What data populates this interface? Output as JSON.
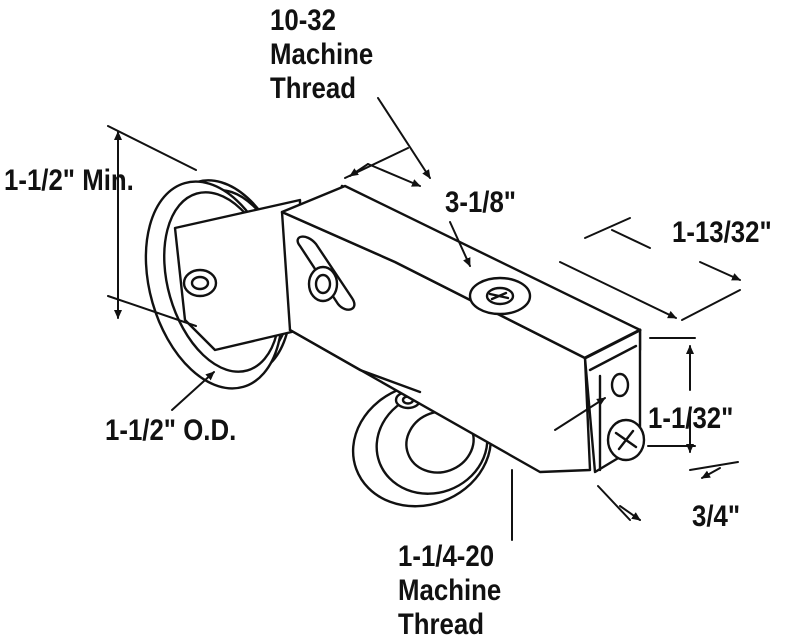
{
  "diagram": {
    "labels": {
      "top_thread": [
        "10-32",
        "Machine",
        "Thread"
      ],
      "length": "3-1/8\"",
      "width_top": "1-13/32\"",
      "wheel_min": "1-1/2\" Min.",
      "wheel_od": "1-1/2\" O.D.",
      "height_side": "1-1/32\"",
      "depth_bottom": "3/4\"",
      "bottom_thread": [
        "1-1/4-20",
        "Machine",
        "Thread"
      ]
    },
    "colors": {
      "ink": "#111111",
      "paper": "#ffffff"
    }
  }
}
